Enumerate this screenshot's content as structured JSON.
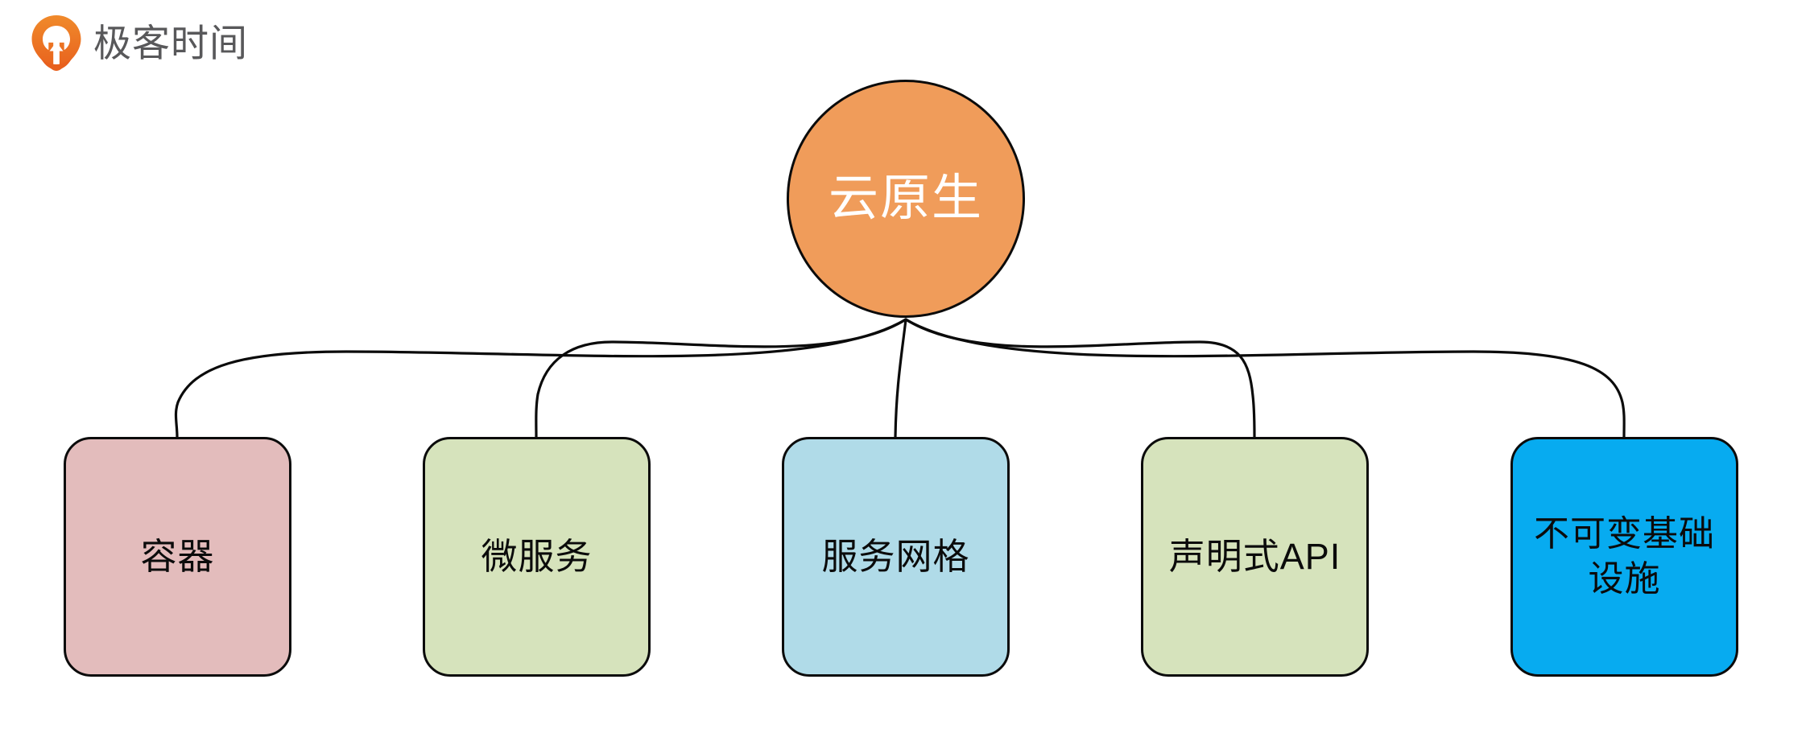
{
  "brand": {
    "logo_icon": "geektime-pin-logo-icon",
    "name": "极客时间",
    "mark_color": "#ef7c22",
    "text_color": "#58585a"
  },
  "diagram": {
    "type": "mind-map",
    "orientation": "top-down",
    "background": "#ffffff",
    "edge_color": "#0b0b0b",
    "root": {
      "label": "云原生",
      "shape": "circle",
      "fill": "#f09c5a",
      "stroke": "#0b0b0b",
      "text_color": "#ffffff"
    },
    "children": [
      {
        "label": "容器",
        "shape": "rounded-rect",
        "fill": "#e3bcbc",
        "stroke": "#0b0b0b",
        "text_color": "#0b0b0b",
        "lines": 1
      },
      {
        "label": "微服务",
        "shape": "rounded-rect",
        "fill": "#d6e3bc",
        "stroke": "#0b0b0b",
        "text_color": "#0b0b0b",
        "lines": 1
      },
      {
        "label": "服务网格",
        "shape": "rounded-rect",
        "fill": "#b0dbe8",
        "stroke": "#0b0b0b",
        "text_color": "#0b0b0b",
        "lines": 1
      },
      {
        "label": "声明式API",
        "shape": "rounded-rect",
        "fill": "#d6e3bc",
        "stroke": "#0b0b0b",
        "text_color": "#0b0b0b",
        "lines": 1
      },
      {
        "label": "不可变基础\n设施",
        "shape": "rounded-rect",
        "fill": "#07abf0",
        "stroke": "#0b0b0b",
        "text_color": "#0b0b0b",
        "lines": 2
      }
    ]
  }
}
